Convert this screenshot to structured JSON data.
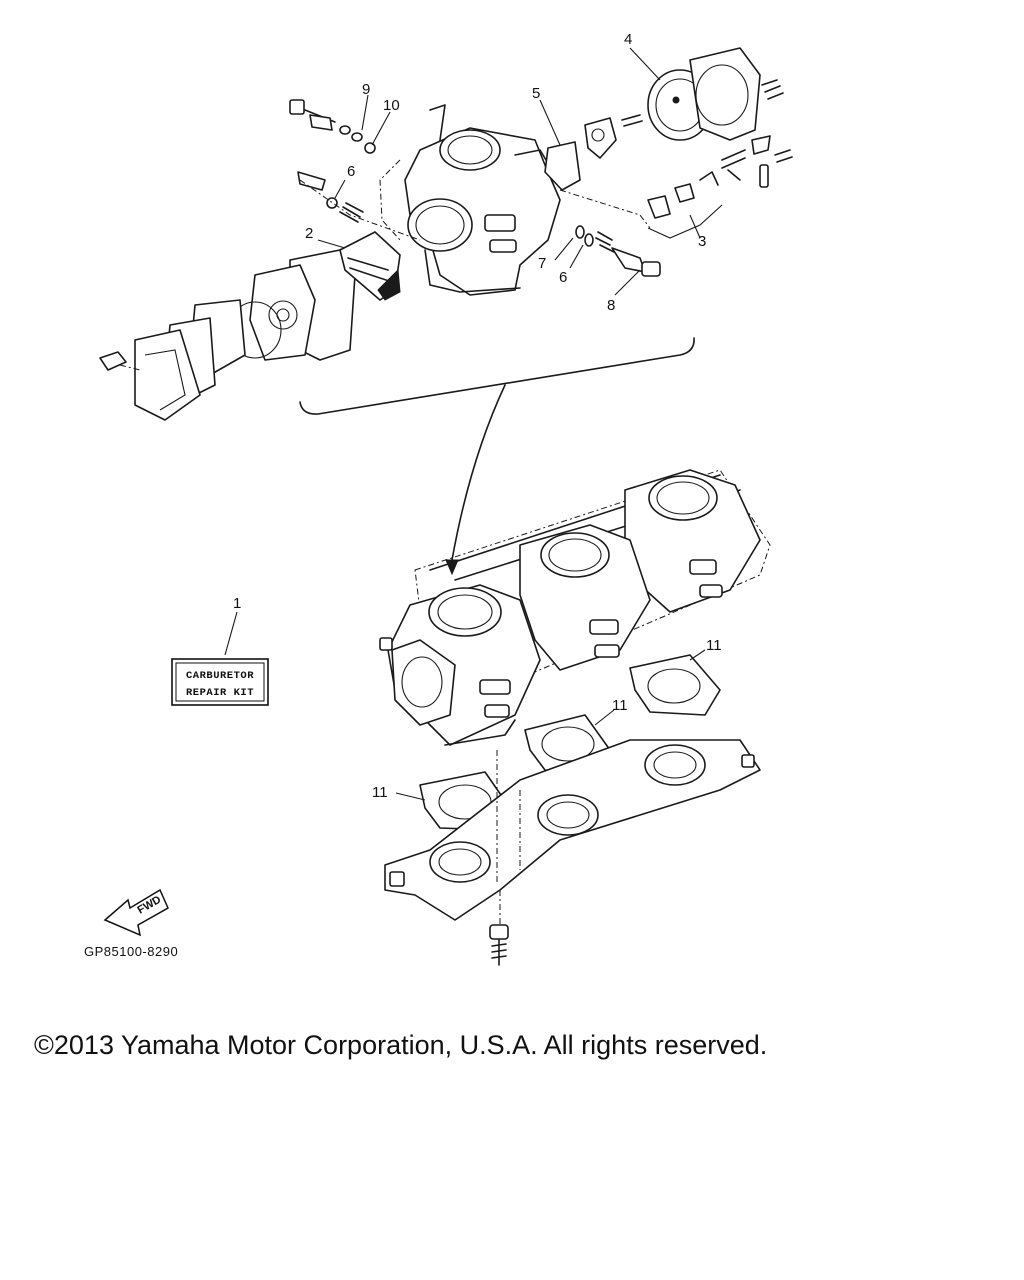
{
  "callouts": {
    "c1": "1",
    "c2": "2",
    "c3": "3",
    "c4": "4",
    "c5": "5",
    "c6a": "6",
    "c6b": "6",
    "c7": "7",
    "c8": "8",
    "c9": "9",
    "c10": "10",
    "c11a": "11",
    "c11b": "11",
    "c11c": "11"
  },
  "repair_kit": {
    "line1": "CARBURETOR",
    "line2": "REPAIR KIT"
  },
  "fwd_label": "FWD",
  "diagram_code": "GP85100-8290",
  "copyright": "©2013 Yamaha Motor Corporation, U.S.A. All rights reserved."
}
